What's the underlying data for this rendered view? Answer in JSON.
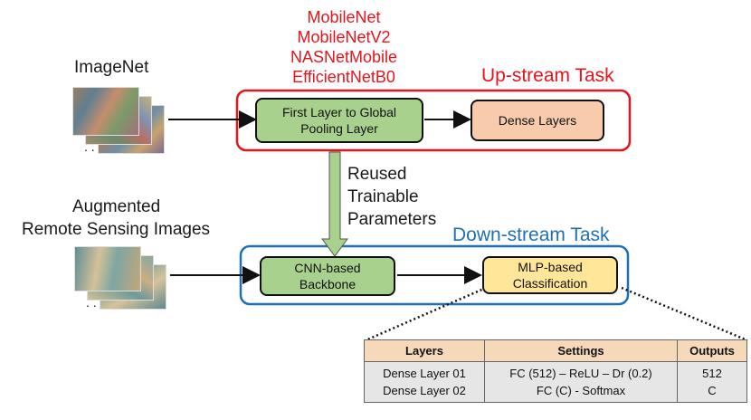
{
  "models": [
    "MobileNet",
    "MobileNetV2",
    "NASNetMobile",
    "EfficientNetB0"
  ],
  "imagenet_label": "ImageNet",
  "augmented_label": [
    "Augmented",
    "Remote Sensing Images"
  ],
  "upstream": {
    "title": "Up-stream Task",
    "box1": "First Layer to Global Pooling Layer",
    "box2": "Dense Layers"
  },
  "reused_label": [
    "Reused",
    "Trainable",
    "Parameters"
  ],
  "downstream": {
    "title": "Down-stream Task",
    "box1": "CNN-based Backbone",
    "box2": "MLP-based Classification"
  },
  "table": {
    "headers": [
      "Layers",
      "Settings",
      "Outputs"
    ],
    "rows": [
      [
        "Dense Layer 01",
        "FC (512) – ReLU – Dr (0.2)",
        "512"
      ],
      [
        "Dense Layer 02",
        "FC (C) - Softmax",
        "C"
      ]
    ]
  },
  "colors": {
    "upstream_border": "#e8141b",
    "downstream_border": "#1f6fb5",
    "green_box": "#a9d18e",
    "orange_box": "#f8cbad",
    "yellow_box": "#ffe699"
  },
  "ellipsis": ". ."
}
